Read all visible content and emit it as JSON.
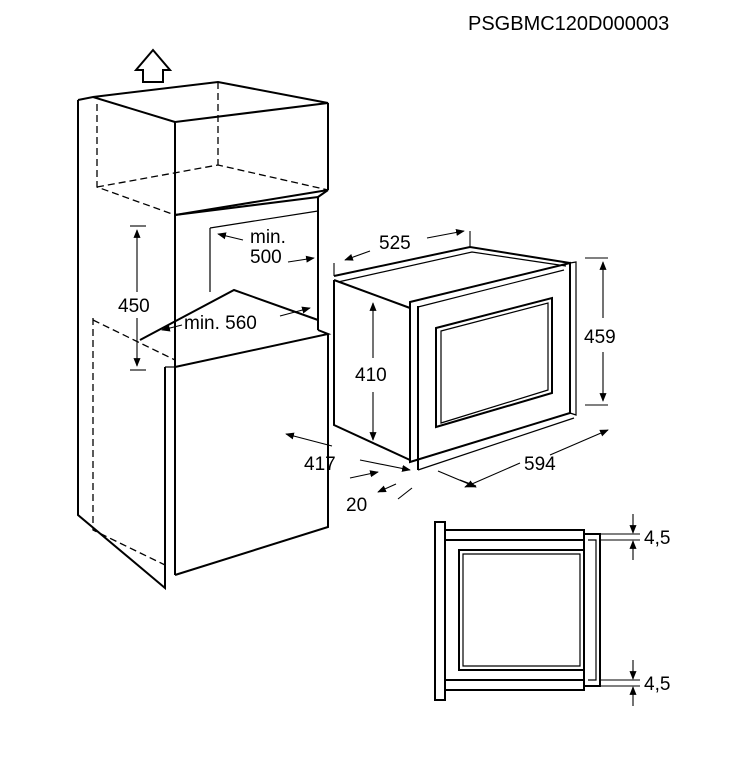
{
  "drawing_code": "PSGBMC120D000003",
  "dimensions": {
    "niche_height": "450",
    "min_depth_label": "min.",
    "min_depth_value": "500",
    "min_width": "min. 560",
    "appliance_depth": "525",
    "appliance_height": "459",
    "front_height": "410",
    "side_depth": "417",
    "front_width": "594",
    "front_offset": "20",
    "gap_top": "4,5",
    "gap_bottom": "4,5"
  },
  "icons": {
    "direction_arrow": "up-arrow-icon"
  }
}
